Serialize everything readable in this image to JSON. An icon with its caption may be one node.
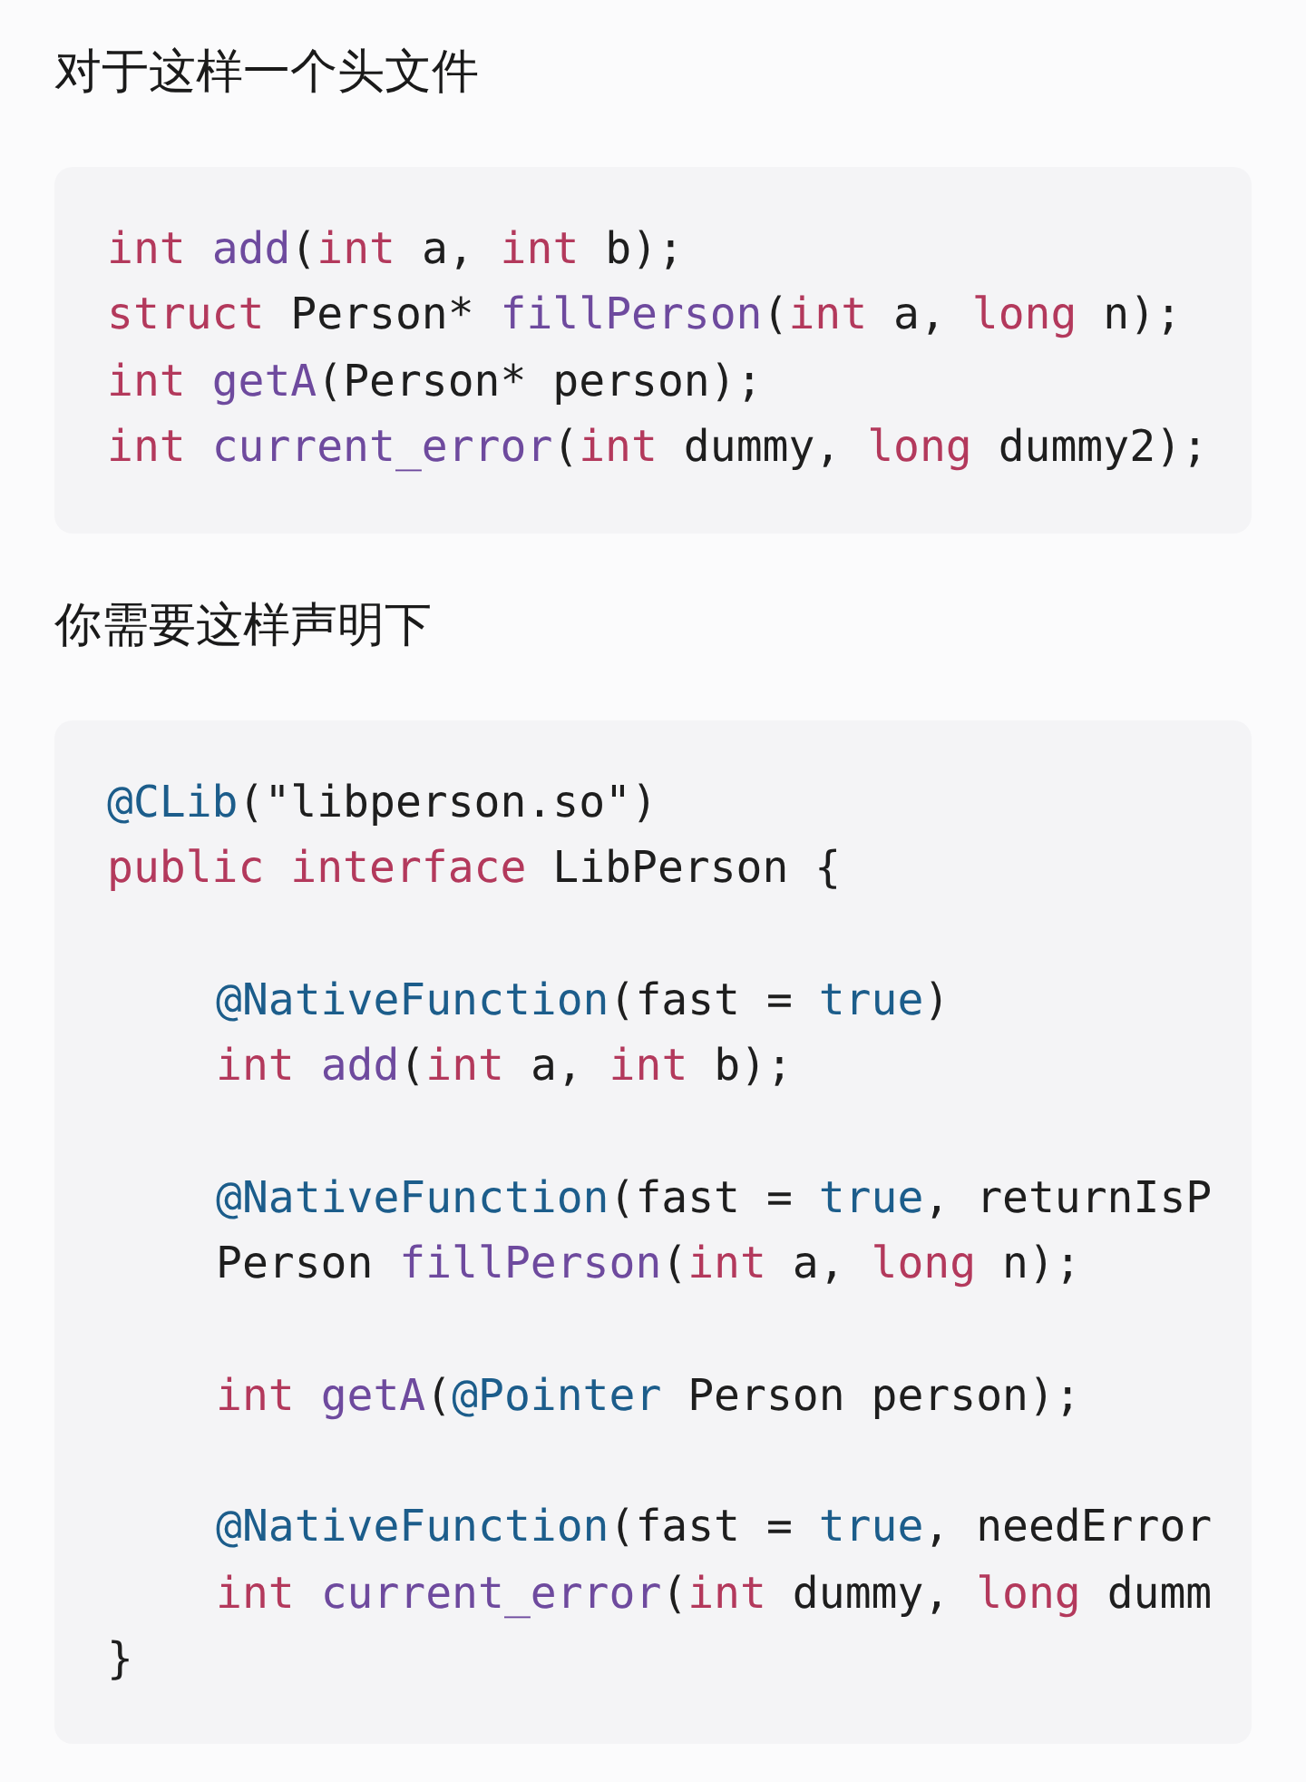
{
  "diagram": {
    "nodes": [
      {
        "text": [
          "int add(int a, int b);",
          "struct Person* fillPerson(int a, long n);",
          "int getA(Person* person);",
          "int current_error(int dummy, long dummy2);"
        ]
      },
      {
        "text": [
          "@CLib(\"libperson.so\")",
          "public interface LibPerson {",
          "@NativeFunction(fast = true)",
          "int add(int a, int b);",
          "@NativeFunction(fast = true, returnIsP",
          "Person fillPerson(int a, long n);",
          "int getA(@Pointer Person person);",
          "@NativeFunction(fast = true, needError",
          "int current_error(int dummy, long dumm",
          "}"
        ]
      }
    ],
    "labels": [
      "对于这样一个头文件",
      "你需要这样声明下"
    ]
  }
}
